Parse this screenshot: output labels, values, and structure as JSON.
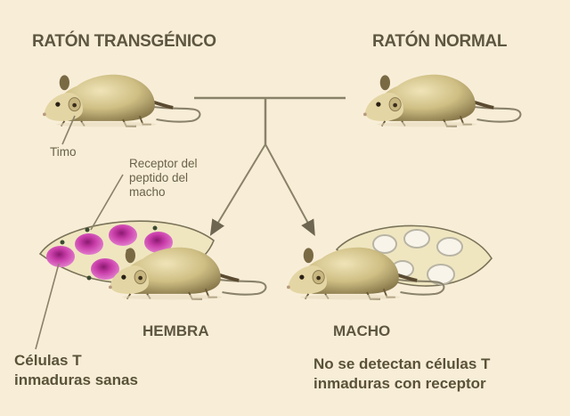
{
  "diagram": {
    "title_transgenic": "RATÓN TRANSGÉNICO",
    "title_normal": "RATÓN NORMAL",
    "label_thymus": "Timo",
    "label_receptor": "Receptor del\npeptido del\nmacho",
    "label_female": "HEMBRA",
    "label_male": "MACHO",
    "caption_female": "Células T\ninmaduras sanas",
    "caption_male": "No se detectan células T\ninmaduras con receptor",
    "colors": {
      "background": "#f8eed8",
      "text": "#5a5238",
      "lines": "#8a8268",
      "mouse_body": "#d8c890",
      "mouse_shadow": "#8a7a50",
      "healthy_cell": "#c83ca8",
      "healthy_cell_nucleus": "#8a1a70",
      "empty_cell": "#f4f0e4",
      "thymus_fill": "#efe6c0"
    },
    "nodes": [
      {
        "id": "transgenic",
        "label": "RATÓN TRANSGÉNICO"
      },
      {
        "id": "normal",
        "label": "RATÓN NORMAL"
      },
      {
        "id": "female",
        "label": "HEMBRA"
      },
      {
        "id": "male",
        "label": "MACHO"
      }
    ],
    "edges": [
      {
        "from": "transgenic",
        "to": "female"
      },
      {
        "from": "normal",
        "to": "female"
      },
      {
        "from": "transgenic",
        "to": "male"
      },
      {
        "from": "normal",
        "to": "male"
      }
    ]
  }
}
